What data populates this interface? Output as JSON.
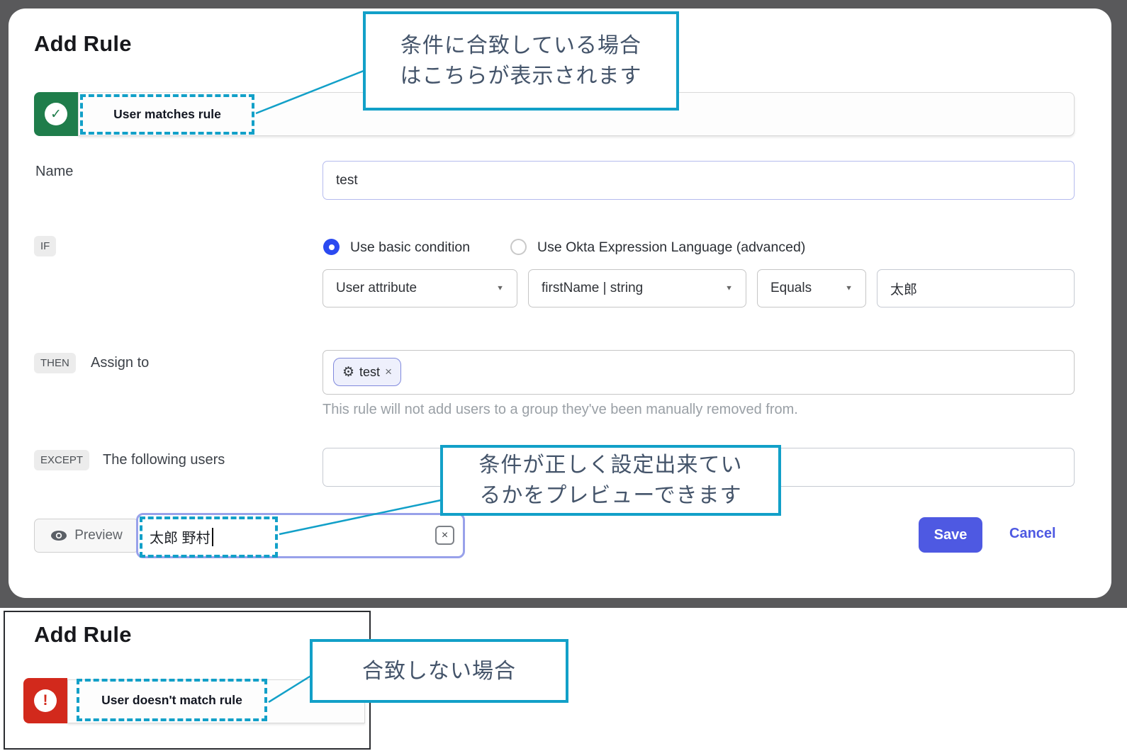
{
  "colors": {
    "accent-cyan": "#12a0c8",
    "match-green": "#1f7d4b",
    "nomatch-red": "#d2291c",
    "primary-blue": "#4e59e2",
    "radio-blue": "#2b4af0",
    "callout-text": "#44546a",
    "frame-gray": "#59595b"
  },
  "icons": {
    "check": "✓",
    "alert": "!",
    "gear": "⚙",
    "chevron": "▼"
  },
  "dialog_match": {
    "title": "Add Rule",
    "banner_label": "User matches rule",
    "callout": {
      "line1": "条件に合致している場合",
      "line2": "はこちらが表示されます"
    },
    "name": {
      "label": "Name",
      "value": "test"
    },
    "condition": {
      "badge": "IF",
      "radio_basic_label": "Use basic condition",
      "radio_advanced_label": "Use Okta Expression Language (advanced)",
      "attribute_select_value": "User attribute",
      "field_select_value": "firstName | string",
      "operator_select_value": "Equals",
      "value_input": "太郎"
    },
    "assign": {
      "badge": "THEN",
      "label": "Assign to",
      "group_chip_label": "test",
      "chip_remove_glyph": "×",
      "helper_text": "This rule will not add users to a group they've been manually removed from."
    },
    "except": {
      "badge": "EXCEPT",
      "label": "The following users",
      "input_value": ""
    },
    "preview_callout": {
      "line1": "条件が正しく設定出来てい",
      "line2": "るかをプレビューできます"
    },
    "preview": {
      "button_label": "Preview",
      "input_value": "太郎 野村",
      "clear_glyph": "×"
    },
    "actions": {
      "save_label": "Save",
      "cancel_label": "Cancel"
    }
  },
  "dialog_nomatch": {
    "title": "Add Rule",
    "banner_label": "User doesn't match rule",
    "callout_text": "合致しない場合"
  }
}
